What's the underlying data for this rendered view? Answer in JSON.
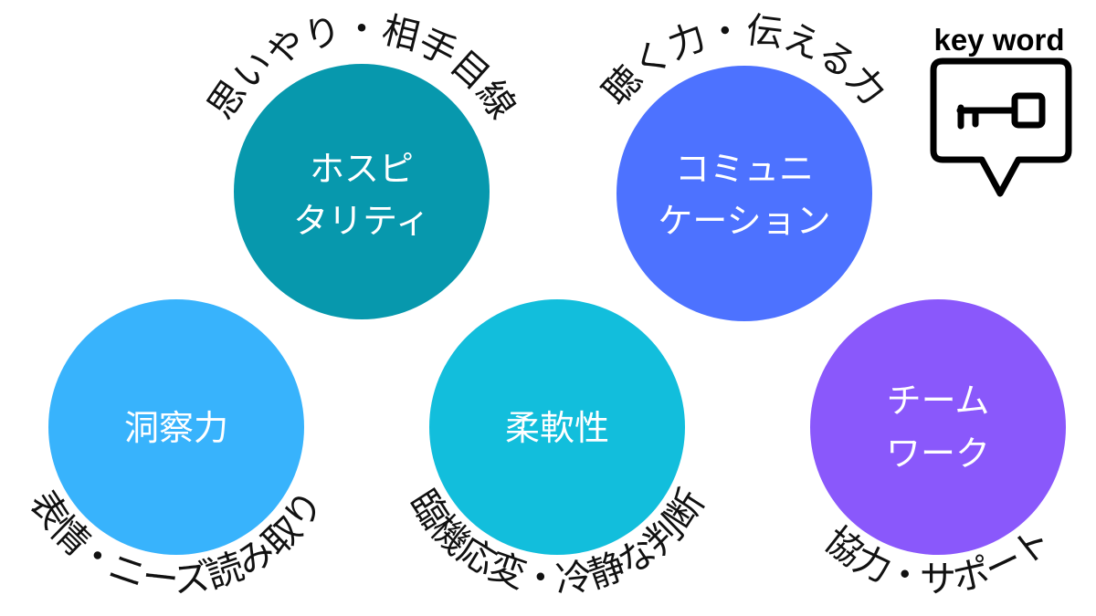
{
  "keyword_icon": {
    "label": "key word",
    "icon": "key-speech-bubble-icon"
  },
  "nodes": [
    {
      "id": "hospitality",
      "lines": [
        "ホスピ",
        "タリティ"
      ],
      "caption": "思いやり・相手目線",
      "color": "#0798ad"
    },
    {
      "id": "communication",
      "lines": [
        "コミュニ",
        "ケーション"
      ],
      "caption": "聴く力・伝える力",
      "color": "#4d72ff"
    },
    {
      "id": "insight",
      "lines": [
        "洞察力"
      ],
      "caption": "表情・ニーズ読み取り",
      "color": "#38b3fc"
    },
    {
      "id": "flexibility",
      "lines": [
        "柔軟性"
      ],
      "caption": "臨機応変・冷静な判断",
      "color": "#12bedc"
    },
    {
      "id": "teamwork",
      "lines": [
        "チーム",
        "ワーク"
      ],
      "caption": "協力・サポート",
      "color": "#8a58fb"
    }
  ]
}
